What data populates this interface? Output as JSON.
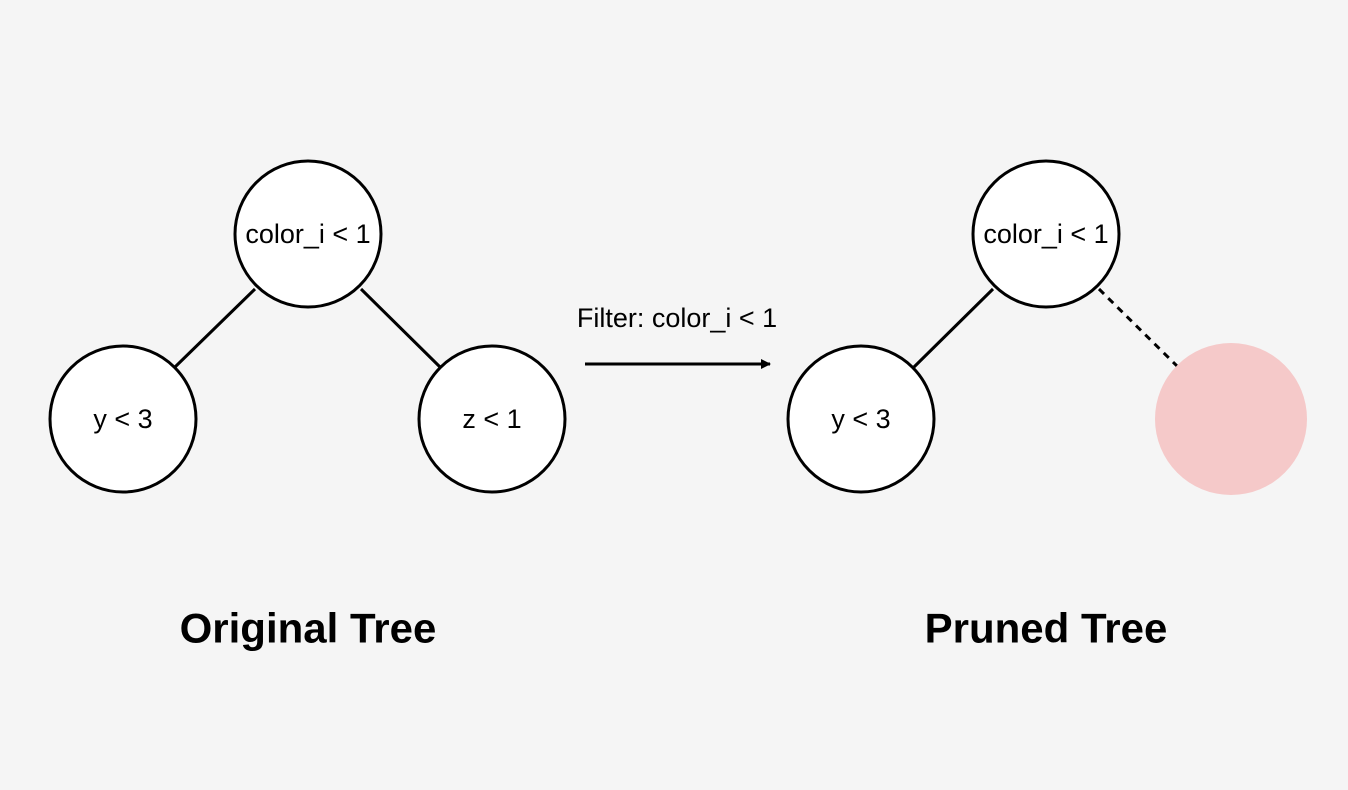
{
  "original_tree": {
    "caption": "Original Tree",
    "root": {
      "label": "color_i < 1"
    },
    "left": {
      "label": "y < 3"
    },
    "right": {
      "label": "z < 1"
    }
  },
  "filter": {
    "label": "Filter: color_i < 1"
  },
  "pruned_tree": {
    "caption": "Pruned Tree",
    "root": {
      "label": "color_i < 1"
    },
    "left": {
      "label": "y < 3"
    },
    "pruned_node_color": "#f5c9c9"
  }
}
